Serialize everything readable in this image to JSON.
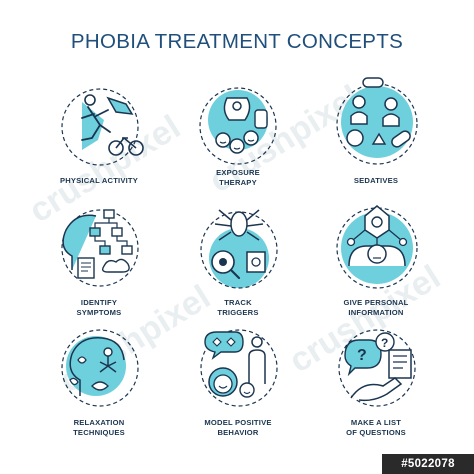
{
  "title": "PHOBIA TREATMENT CONCEPTS",
  "watermark_text": "crushpixel",
  "stock_id": "#5022078",
  "colors": {
    "accent": "#6fd0dd",
    "stroke": "#1b3550",
    "title": "#1f4f7a",
    "badge_bg": "#2a2a2a"
  },
  "concepts": [
    {
      "icon": "running-person-icon",
      "lines": [
        "PHYSICAL ACTIVITY"
      ]
    },
    {
      "icon": "exposure-therapy-icon",
      "lines": [
        "EXPOSURE",
        "THERAPY"
      ]
    },
    {
      "icon": "pills-sedatives-icon",
      "lines": [
        "SEDATIVES"
      ]
    },
    {
      "icon": "head-flowchart-icon",
      "lines": [
        "IDENTIFY",
        "SYMPTOMS"
      ]
    },
    {
      "icon": "spider-target-icon",
      "lines": [
        "TRACK",
        "TRIGGERS"
      ]
    },
    {
      "icon": "personal-info-network-icon",
      "lines": [
        "GIVE PERSONAL",
        "INFORMATION"
      ]
    },
    {
      "icon": "meditation-head-icon",
      "lines": [
        "RELAXATION",
        "TECHNIQUES"
      ]
    },
    {
      "icon": "model-behavior-icon",
      "lines": [
        "MODEL POSITIVE",
        "BEHAVIOR"
      ]
    },
    {
      "icon": "questions-list-icon",
      "lines": [
        "MAKE A LIST",
        "OF QUESTIONS"
      ]
    }
  ]
}
